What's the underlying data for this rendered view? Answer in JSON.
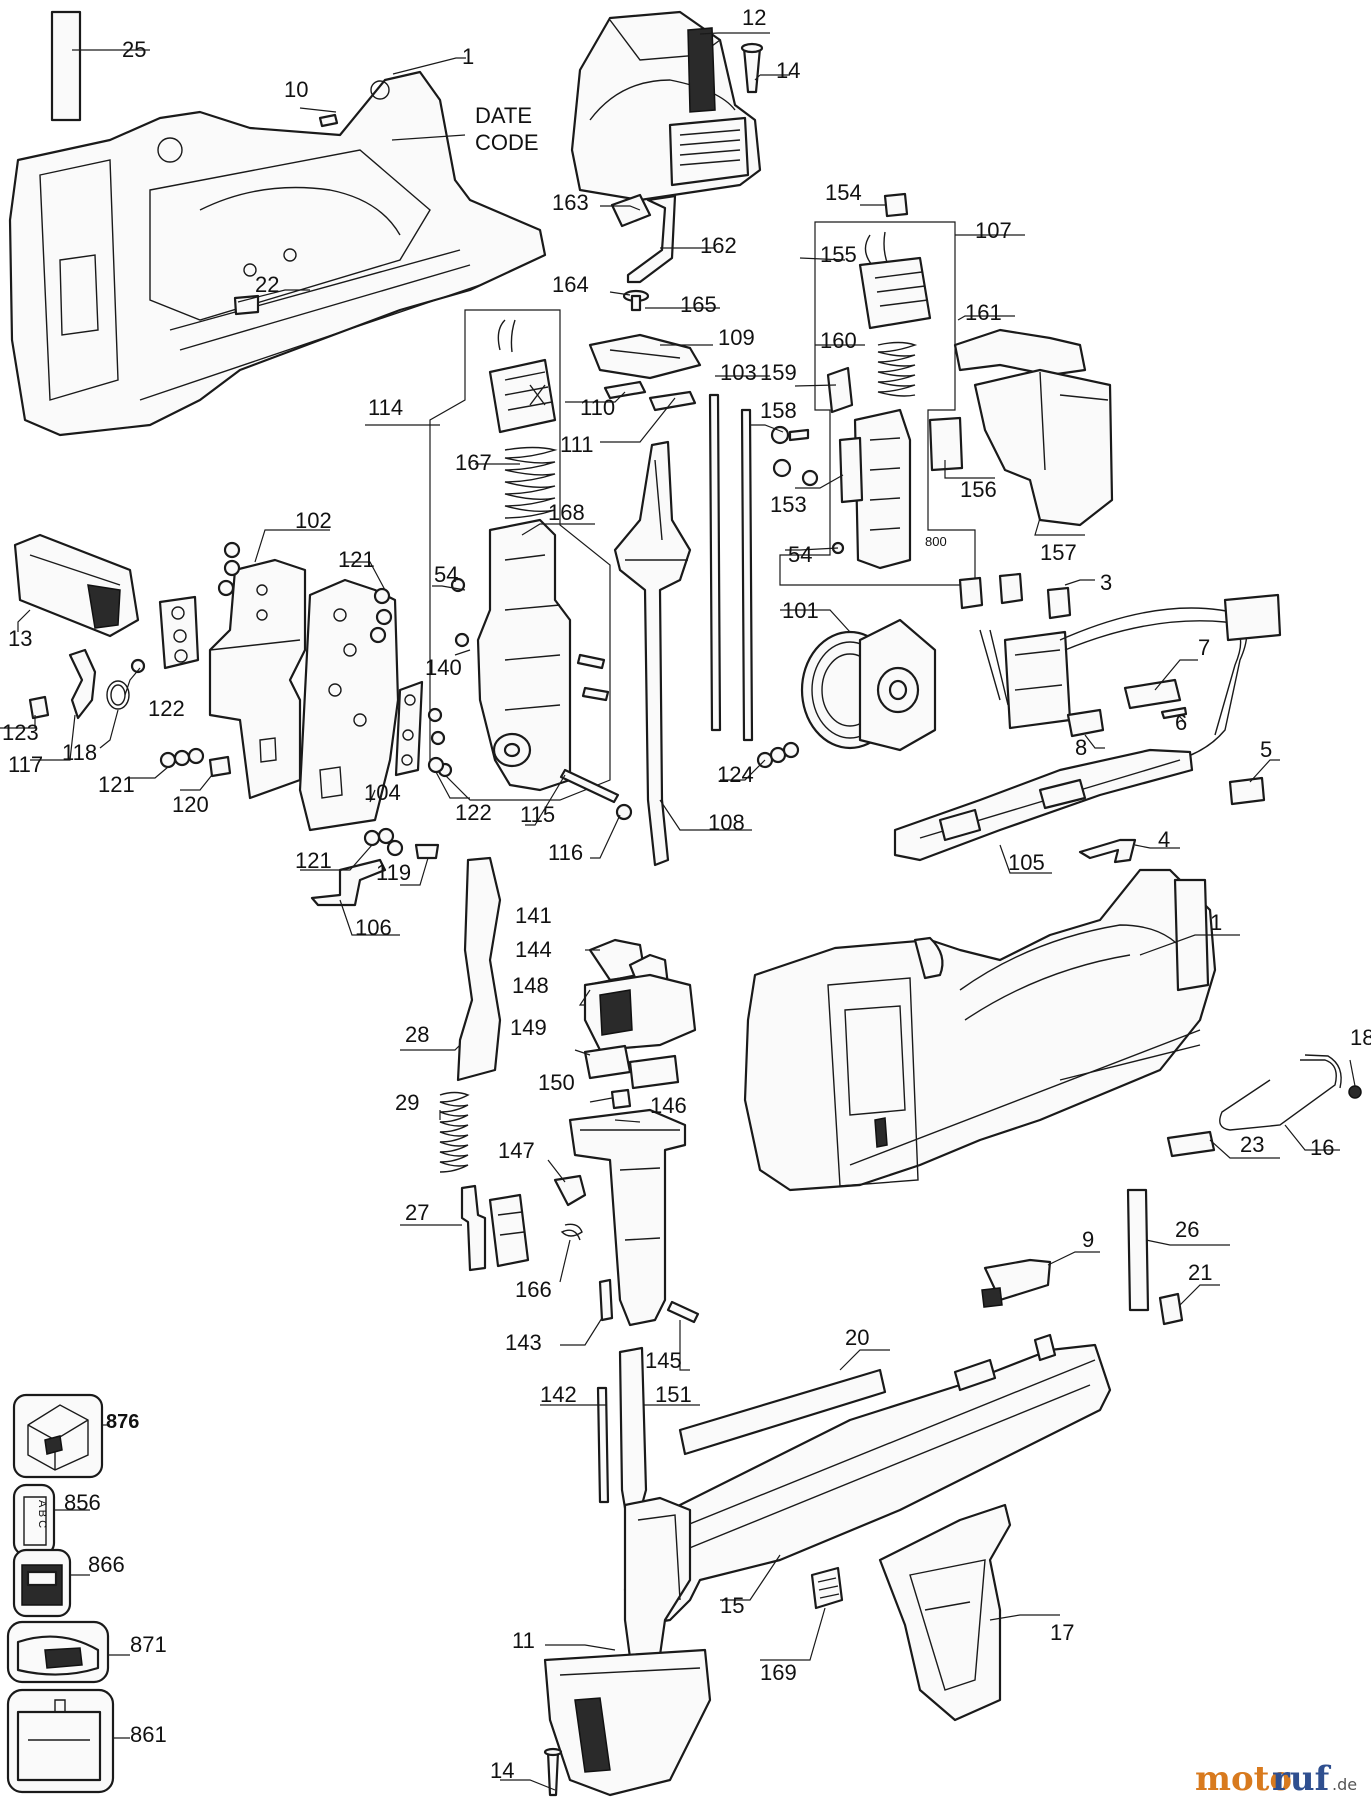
{
  "figure_type": "exploded parts diagram",
  "callouts": {
    "c1_top": "1",
    "c10": "10",
    "c25": "25",
    "c22": "22",
    "c12": "12",
    "c14_top": "14",
    "c163": "163",
    "c162": "162",
    "c164": "164",
    "c165": "165",
    "c109": "109",
    "c103": "103",
    "c110": "110",
    "c111": "111",
    "c114": "114",
    "c167": "167",
    "c168": "168",
    "c54_mid": "54",
    "c140": "140",
    "c154": "154",
    "c155": "155",
    "c107": "107",
    "c161": "161",
    "c160": "160",
    "c159": "159",
    "c158": "158",
    "c153": "153",
    "c156": "156",
    "c157": "157",
    "c54_right": "54",
    "c800": "800",
    "c3": "3",
    "c101": "101",
    "c7": "7",
    "c6": "6",
    "c8": "8",
    "c5": "5",
    "c124": "124",
    "c108": "108",
    "c4": "4",
    "c105": "105",
    "c102": "102",
    "c121_a": "121",
    "c13": "13",
    "c122_a": "122",
    "c123": "123",
    "c117": "117",
    "c118": "118",
    "c121_b": "121",
    "c120": "120",
    "c104": "104",
    "c122_b": "122",
    "c115": "115",
    "c116": "116",
    "c121_c": "121",
    "c119": "119",
    "c106": "106",
    "c141": "141",
    "c144": "144",
    "c148": "148",
    "c149": "149",
    "c150": "150",
    "c146": "146",
    "c147": "147",
    "c28": "28",
    "c29": "29",
    "c27": "27",
    "c166": "166",
    "c143": "143",
    "c145": "145",
    "c1_mid": "1",
    "c18": "18",
    "c16": "16",
    "c23": "23",
    "c26": "26",
    "c9": "9",
    "c21": "21",
    "c20": "20",
    "c142": "142",
    "c151": "151",
    "c876": "876",
    "c856": "856",
    "c866": "866",
    "c871": "871",
    "c861": "861",
    "c15": "15",
    "c17": "17",
    "c11": "11",
    "c169": "169",
    "c14_bot": "14"
  },
  "annotations": {
    "date_line1": "DATE",
    "date_line2": "CODE",
    "label_abc": "A B C"
  },
  "watermark": {
    "moto": "moto",
    "ruf": "ruf",
    "tld": ".de"
  }
}
